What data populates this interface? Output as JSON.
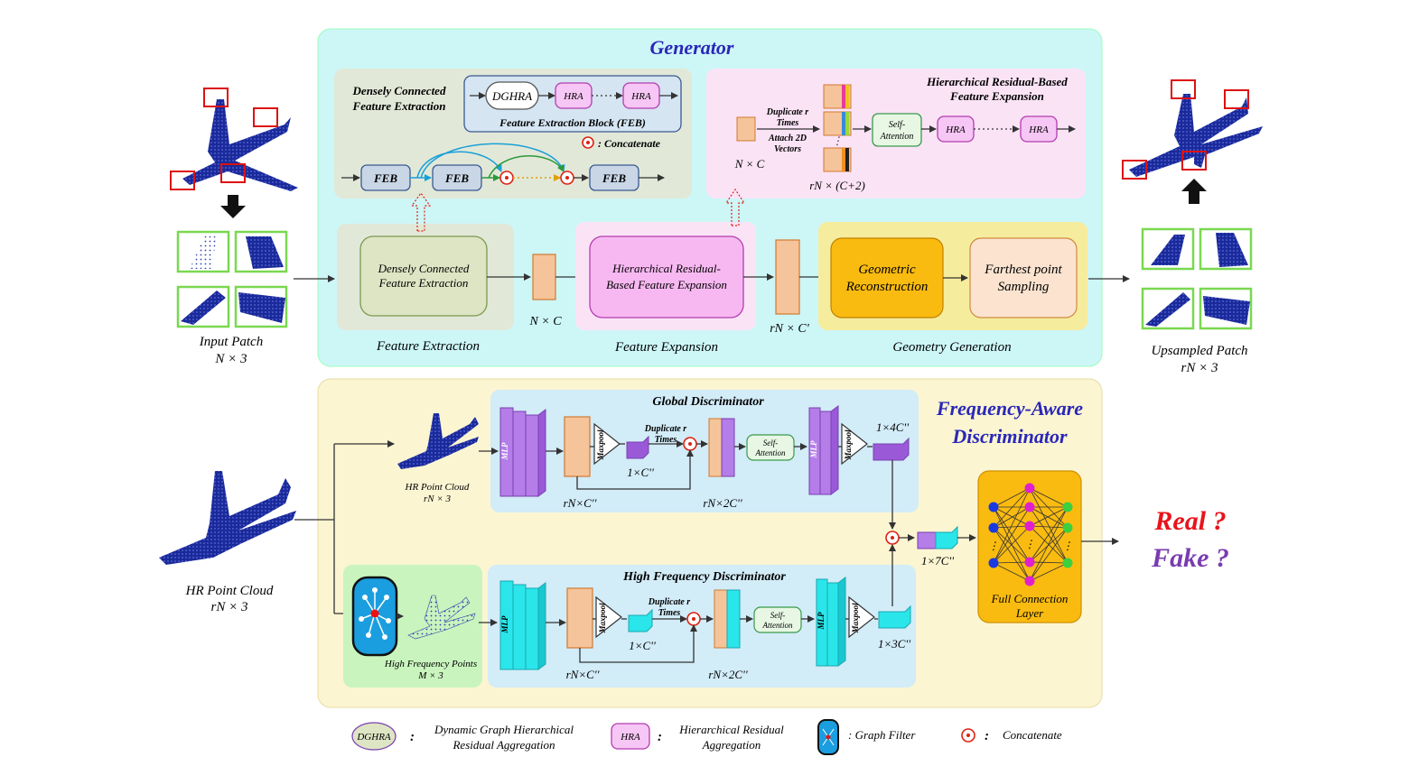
{
  "generator": {
    "title": "Generator",
    "fe_label": "Feature Extraction",
    "fexp_label": "Feature Expansion",
    "geo_label": "Geometry Generation",
    "dcfe": "Densely Connected Feature Extraction",
    "dcfe_l1": "Densely Connected",
    "dcfe_l2": "Feature Extraction",
    "feb_title": "Feature Extraction Block (FEB)",
    "dghra": "DGHRA",
    "hra": "HRA",
    "feb": "FEB",
    "concat_note": ": Concatenate",
    "hrbfe_l1": "Hierarchical Residual-Based",
    "hrbfe_l2": "Feature Expansion",
    "hrbfe_box_l1": "Hierarchical Residual-",
    "hrbfe_box_l2": "Based Feature Expansion",
    "dup_l1": "Duplicate r",
    "dup_l2": "Times",
    "dup_l3": "Attach 2D",
    "dup_l4": "Vectors",
    "self_att_l1": "Self-",
    "self_att_l2": "Attention",
    "nc": "N × C",
    "rnc2": "rN × (C+2)",
    "rnc_prime": "rN × C'",
    "geo_rec_l1": "Geometric",
    "geo_rec_l2": "Reconstruction",
    "fps_l1": "Farthest point",
    "fps_l2": "Sampling",
    "input_patch": "Input Patch",
    "input_dim": "N × 3",
    "up_patch": "Upsampled Patch",
    "up_dim": "rN × 3"
  },
  "disc": {
    "title_l1": "Frequency-Aware",
    "title_l2": "Discriminator",
    "global": "Global Discriminator",
    "high": "High Frequency Discriminator",
    "mlp": "MLP",
    "maxpool": "Maxpool",
    "dup_l1": "Duplicate r",
    "dup_l2": "Times",
    "self_l1": "Self-",
    "self_l2": "Attention",
    "c1": "1×C''",
    "rnc": "rN×C''",
    "rn2c": "rN×2C''",
    "c4": "1×4C''",
    "c3": "1×3C''",
    "c7": "1×7C''",
    "hr_small": "HR Point Cloud",
    "hr_small_dim": "rN × 3",
    "hf_points": "High Frequency Points",
    "hf_dim": "M × 3",
    "hr_big": "HR Point Cloud",
    "hr_big_dim": "rN × 3",
    "fc_l1": "Full Connection",
    "fc_l2": "Layer",
    "real": "Real ?",
    "fake": "Fake ?"
  },
  "legend": {
    "dghra": "DGHRA",
    "dghra_desc_l1": "Dynamic Graph Hierarchical",
    "dghra_desc_l2": "Residual Aggregation",
    "hra": "HRA",
    "hra_desc_l1": "Hierarchical Residual",
    "hra_desc_l2": "Aggregation",
    "graph": ": Graph Filter",
    "concat": "Concatenate",
    "colon": ":"
  },
  "colors": {
    "gen_bg": "#cdf6f7",
    "disc_bg": "#fbf5d2",
    "title_blue": "#2a27b8",
    "real": "#e8141c",
    "fake": "#7a3cb0"
  }
}
